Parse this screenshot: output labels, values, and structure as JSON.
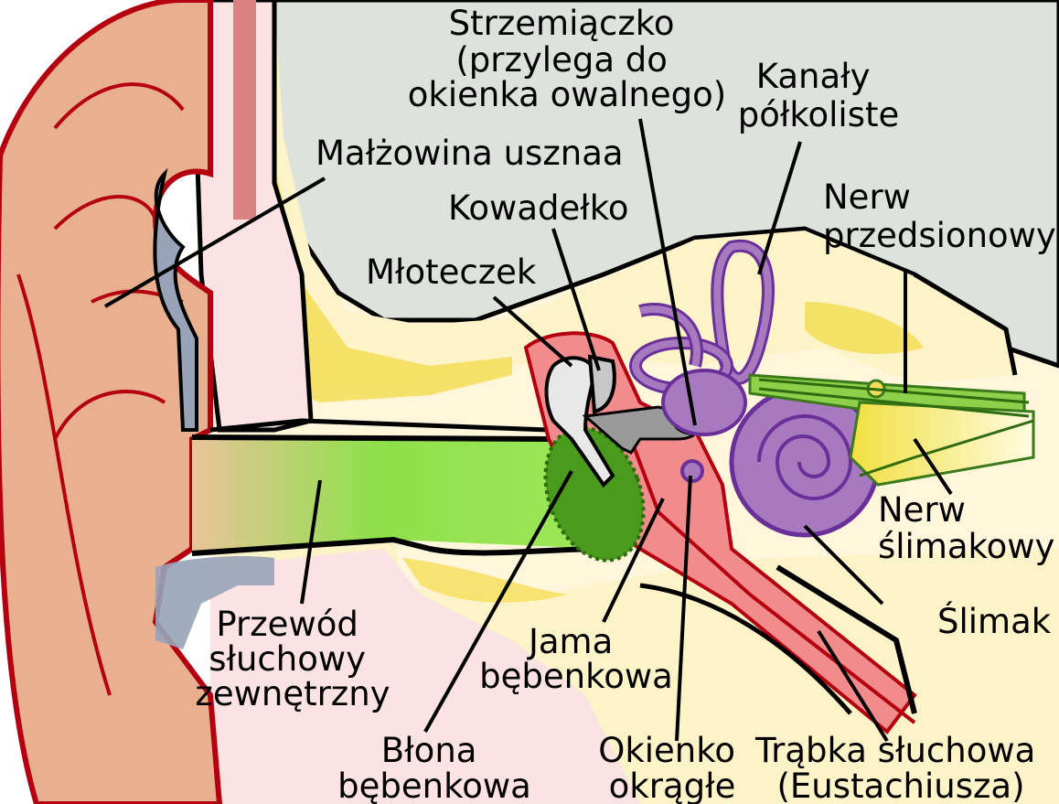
{
  "figure": {
    "labels": {
      "strzemiaczko": [
        "Strzemiączko",
        "(przylega do",
        "okienka owalnego)"
      ],
      "kanaly": [
        "Kanały",
        "półkoliste"
      ],
      "malzowina": [
        "Małżowina usznaa"
      ],
      "kowadelko": [
        "Kowadełko"
      ],
      "nerw_przedsionowy": [
        "Nerw",
        "przedsionowy"
      ],
      "mloteczek": [
        "Młoteczek"
      ],
      "nerw_slimakowy": [
        "Nerw",
        "ślimakowy"
      ],
      "slimak": [
        "Ślimak"
      ],
      "przewod": [
        "Przewód",
        "słuchowy",
        "zewnętrzny"
      ],
      "jama": [
        "Jama",
        "bębenkowa"
      ],
      "blona": [
        "Błona",
        "bębenkowa"
      ],
      "okienko": [
        "Okienko",
        "okrągłe"
      ],
      "trabka": [
        "Trąbka słuchowa",
        "(Eustachiusza)"
      ]
    },
    "colors": {
      "skin": "#e8b08f",
      "ear_rim": "#b5000f",
      "skin_light": "#fbe3e3",
      "bone": "#fdf3c8",
      "bone_yellow": "#f5dd57",
      "skull_gray": "#dde2dd",
      "canal_green": "#8ee04a",
      "eardrum_green": "#4a9a1e",
      "middle_ear_red": "#f28c8c",
      "cochlea_purple": "#a77ac0",
      "cochlea_outline": "#6b2f9a",
      "nerve_green": "#8fd04a",
      "cartilage_gray": "#98a3b8"
    }
  }
}
